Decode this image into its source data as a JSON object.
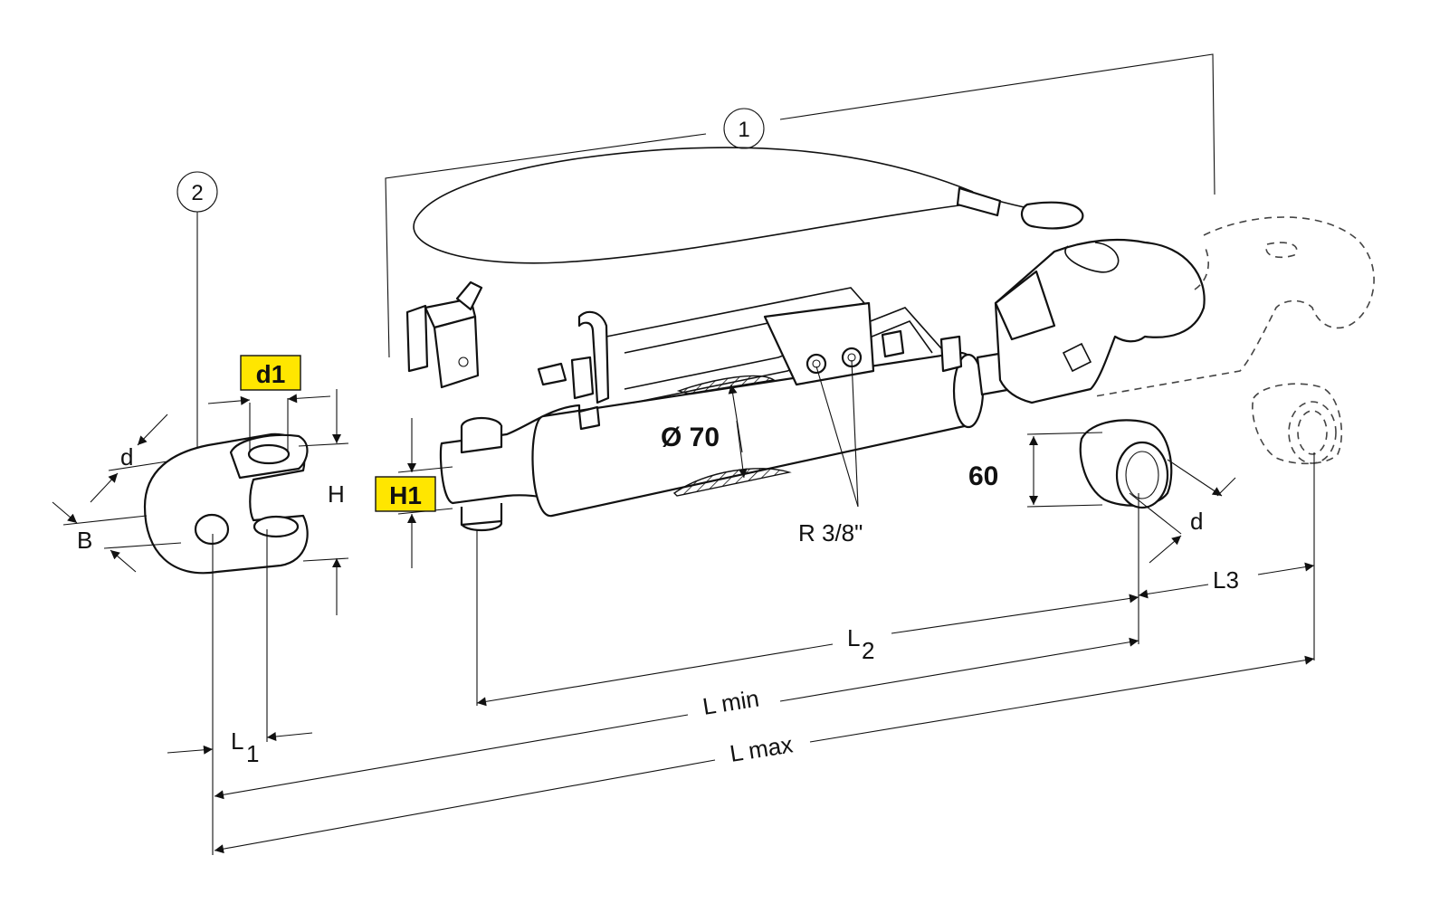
{
  "callouts": {
    "top_link": "1",
    "clevis": "2"
  },
  "highlight_color": "#ffe600",
  "labels": {
    "d1": "d1",
    "H1": "H1",
    "d_clevis": "d",
    "B": "B",
    "H": "H",
    "diameter": "Ø 70",
    "sixty": "60",
    "thread": "R 3/8\"",
    "d_ball": "d",
    "L1_main": "L",
    "L1_sub": "1",
    "L2_main": "L",
    "L2_sub": "2",
    "L3": "L3",
    "Lmin": "L min",
    "Lmax": "L max"
  }
}
